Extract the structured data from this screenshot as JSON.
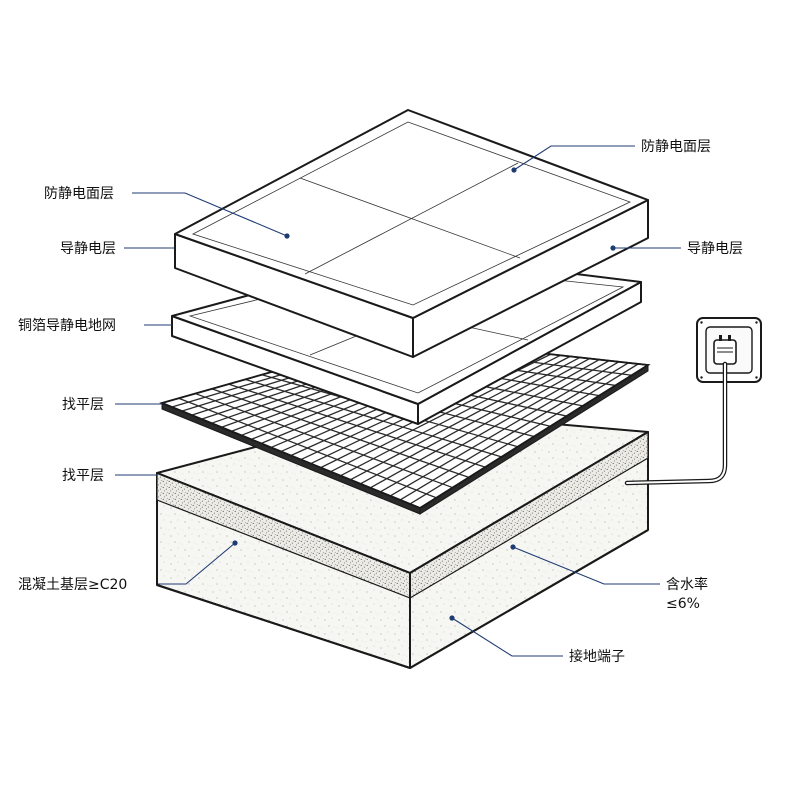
{
  "labels": {
    "antistatic_top_right": "防静电面层",
    "antistatic_top_left": "防静电面层",
    "conductive_left": "导静电层",
    "conductive_right": "导静电层",
    "copper_mesh": "铜箔导静电地网",
    "leveling_1": "找平层",
    "leveling_2": "找平层",
    "concrete_base": "混凝土基层≥C20",
    "moisture_line1": "含水率",
    "moisture_line2": "≤6%",
    "grounding": "接地端子"
  },
  "colors": {
    "leader": "#1f3b73",
    "outline": "#1a1a1a",
    "panel_fill": "#ffffff",
    "concrete_fill": "#f4f4f1",
    "stipple": "#555555"
  },
  "icons": {
    "grounding_socket": "wall-socket-plug-icon"
  }
}
